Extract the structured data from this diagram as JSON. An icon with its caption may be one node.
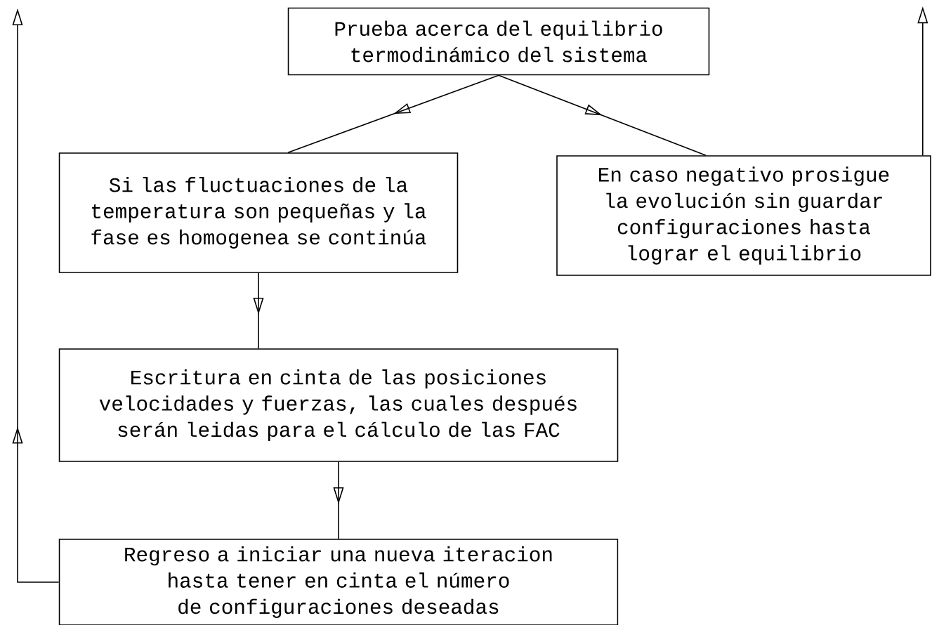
{
  "diagram": {
    "nodes": [
      {
        "text": [
          "Prueba acerca del equilibrio termodinámico del sistema"
        ]
      },
      {
        "text": [
          "Si las fluctuaciones de la temperatura son pequeñas y la fase es homogenea se continúa"
        ]
      },
      {
        "text": [
          "En caso negativo prosigue la evolución sin guardar configuraciones hasta lograr el equilibrio"
        ]
      },
      {
        "text": [
          "Escritura en cinta de las posiciones velocidades y fuerzas, las cuales después serán leidas para el cálculo de las FAC"
        ]
      },
      {
        "text": [
          "Regreso a iniciar una nueva iteracion hasta tener en cinta el número de configuraciones deseadas"
        ]
      }
    ],
    "edges": [
      {
        "from": 0,
        "to": 1,
        "arrow": "to"
      },
      {
        "from": 0,
        "to": 2,
        "arrow": "to"
      },
      {
        "from": 1,
        "to": 3,
        "arrow": "to"
      },
      {
        "from": 3,
        "to": 4,
        "arrow": "to"
      },
      {
        "from": 4,
        "to": null,
        "arrow": "to"
      },
      {
        "from": 2,
        "to": null,
        "arrow": "to"
      }
    ]
  }
}
